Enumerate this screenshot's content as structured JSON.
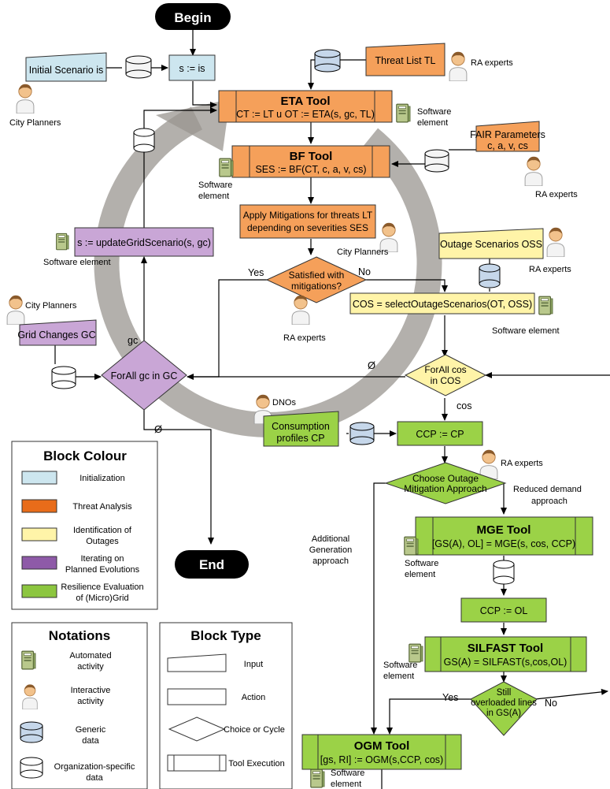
{
  "terminals": {
    "begin": "Begin",
    "end": "End"
  },
  "initial_scenario": "Initial Scenario is",
  "assign_s": "s := is",
  "threat_list": "Threat List TL",
  "eta_tool": {
    "title": "ETA Tool",
    "formula": "CT := LT u OT := ETA(s, gc, TL)"
  },
  "bf_tool": {
    "title": "BF Tool",
    "formula": "SES := BF(CT, c, a, v, cs)"
  },
  "fair_params": {
    "line1": "FAIR Parameters",
    "line2": "c, a, v, cs"
  },
  "apply_mitigations": {
    "line1": "Apply Mitigations for threats LT",
    "line2": "depending on severities SES"
  },
  "satisfied": {
    "line1": "Satisfied with",
    "line2": "mitigations?"
  },
  "yes": "Yes",
  "no": "No",
  "update_grid": "s := updateGridScenario(s, gc)",
  "outage_scenarios": "Outage Scenarios OSS",
  "select_outage": "COS = selectOutageScenarios(OT, OSS)",
  "forall_gc": "ForAll gc in GC",
  "forall_cos": {
    "line1": "ForAll cos",
    "line2": "in COS"
  },
  "gc_label": "gc",
  "cos_label": "cos",
  "empty_set": "Ø",
  "grid_changes": "Grid Changes GC",
  "consumption_profiles": {
    "line1": "Consumption",
    "line2": "profiles CP"
  },
  "ccp_cp": "CCP := CP",
  "choose_approach": {
    "line1": "Choose Outage",
    "line2": "Mitigation Approach"
  },
  "reduced_demand": {
    "line1": "Reduced demand",
    "line2": "approach"
  },
  "additional_generation": {
    "line1": "Additional",
    "line2": "Generation",
    "line3": "approach"
  },
  "mge_tool": {
    "title": "MGE Tool",
    "formula": "[GS(A), OL] = MGE(s, cos, CCP)"
  },
  "ccp_ol": "CCP := OL",
  "silfast_tool": {
    "title": "SILFAST Tool",
    "formula": "GS(A) = SILFAST(s,cos,OL)"
  },
  "still_overloaded": {
    "line1": "Still",
    "line2": "overloaded lines",
    "line3": "in GS(A)"
  },
  "ogm_tool": {
    "title": "OGM Tool",
    "formula": "[gs, RI] := OGM(s,CCP, cos)"
  },
  "roles": {
    "city_planners": "City Planners",
    "ra_experts": "RA experts",
    "dnos": "DNOs",
    "software_element": "Software element",
    "software": "Software",
    "element": "element"
  },
  "legend_colour": {
    "title": "Block Colour",
    "items": [
      {
        "line1": "Initialization",
        "line2": "",
        "color": "#cde6ef"
      },
      {
        "line1": "Threat Analysis",
        "line2": "",
        "color": "#e86c1a"
      },
      {
        "line1": "Identification of",
        "line2": "Outages",
        "color": "#fff4a8"
      },
      {
        "line1": "Iterating on",
        "line2": "Planned Evolutions",
        "color": "#8e5aa8"
      },
      {
        "line1": "Resilience Evaluation",
        "line2": "of (Micro)Grid",
        "color": "#8cc63f"
      }
    ]
  },
  "legend_notations": {
    "title": "Notations",
    "automated": {
      "line1": "Automated",
      "line2": "activity"
    },
    "interactive": {
      "line1": "Interactive",
      "line2": "activity"
    },
    "generic": {
      "line1": "Generic",
      "line2": "data"
    },
    "org_specific": {
      "line1": "Organization-specific",
      "line2": "data"
    }
  },
  "legend_block_type": {
    "title": "Block Type",
    "input": "Input",
    "action": "Action",
    "choice": "Choice or Cycle",
    "tool": "Tool Execution"
  },
  "colors": {
    "init": "#cde6ef",
    "threat": "#f5a05a",
    "outage": "#fff4a8",
    "iterate": "#c9a6d6",
    "resilience": "#9bd247",
    "generic_db": "#c6d7ea",
    "cycle": "#9a9590"
  }
}
